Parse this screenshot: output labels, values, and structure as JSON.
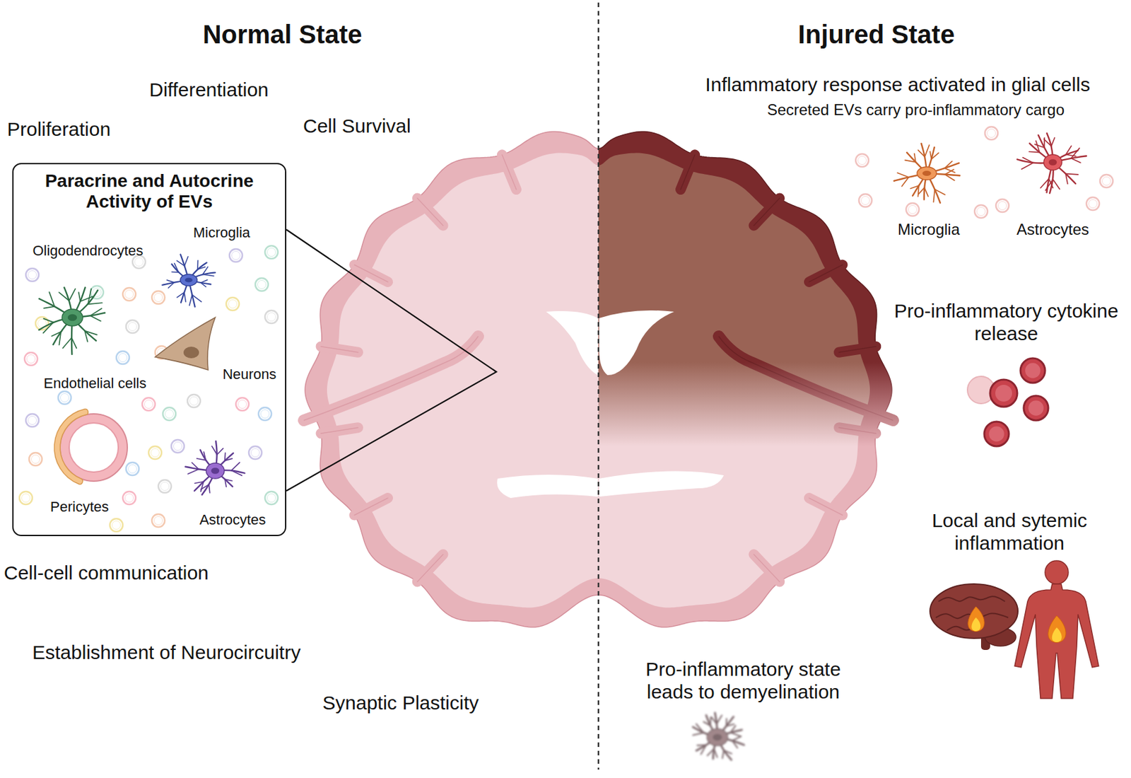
{
  "diagram": {
    "nodes": [
      {
        "text": [
          "Paracrine and Autocrine Activity of EVs",
          "Oligodendrocytes",
          "Microglia",
          "Endothelial cells",
          "Neurons",
          "Pericytes",
          "Astrocytes"
        ]
      }
    ],
    "labels": [
      "Normal State",
      "Injured State",
      "Differentiation",
      "Proliferation",
      "Cell Survival",
      "Inflammatory response activated in glial cells",
      "Secreted EVs carry pro-inflammatory cargo",
      "Microglia",
      "Astrocytes",
      "Pro-inflammatory cytokine release",
      "Local and sytemic inflammation",
      "Cell-cell communication",
      "Establishment of Neurocircuitry",
      "Pro-inflammatory state leads to demyelination",
      "Synaptic Plasticity"
    ]
  }
}
